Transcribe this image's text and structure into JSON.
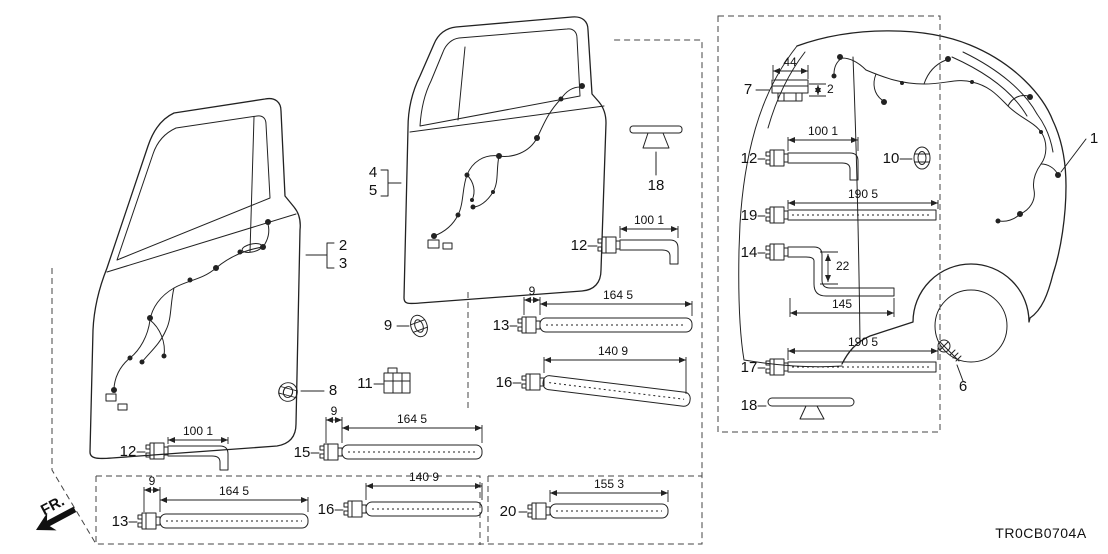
{
  "diagram": {
    "code": "TR0CB0704A",
    "fr": "FR."
  },
  "colors": {
    "line": "#222222",
    "background": "#ffffff"
  },
  "icons": [
    "plug-connector-icon",
    "grommet-icon",
    "flat-clip-icon",
    "box-connector-icon",
    "bolt-screw-icon",
    "fr-arrow-icon"
  ],
  "callouts": {
    "n1": "1",
    "n2": "2",
    "n3": "3",
    "n4": "4",
    "n5": "5",
    "n6": "6",
    "n7": "7",
    "n8": "8",
    "n9": "9",
    "n10": "10",
    "n11": "11",
    "n12_right": "12",
    "n12_mid": "12",
    "n12_bottom": "12",
    "n13_mid": "13",
    "n13_bottom": "13",
    "n14": "14",
    "n15": "15",
    "n16_mid": "16",
    "n16_bottom": "16",
    "n17": "17",
    "n18_right": "18",
    "n18_mid": "18",
    "n19": "19",
    "n20": "20"
  },
  "dimensions": {
    "item7_width": "44",
    "item7_thickness": "2",
    "item12_right_length": "100 1",
    "item12_mid_length": "100 1",
    "item12_bottom_length": "100 1",
    "item19_length": "190 5",
    "item17_length": "190 5",
    "item14_drop": "22",
    "item14_length": "145",
    "item13_mid_offset": "9",
    "item13_mid_length": "164 5",
    "item15_offset": "9",
    "item15_length": "164 5",
    "item13_bottom_offset": "9",
    "item13_bottom_length": "164 5",
    "item16_mid_length": "140 9",
    "item16_bottom_length": "140 9",
    "item20_length": "155 3"
  }
}
